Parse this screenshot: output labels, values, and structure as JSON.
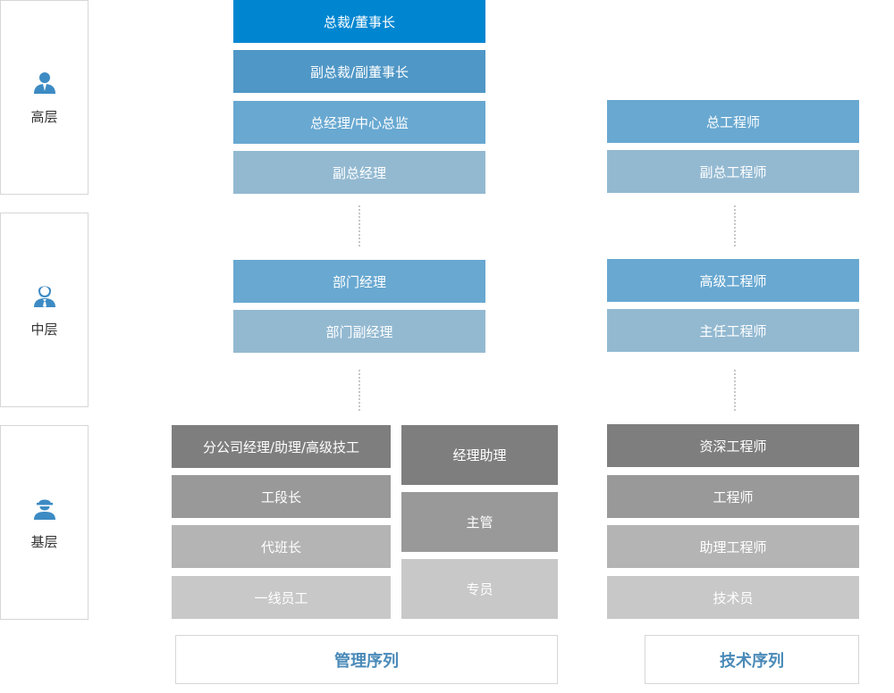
{
  "levels": [
    {
      "label": "高层",
      "icon": "user-icon"
    },
    {
      "label": "中层",
      "icon": "user-tie-icon"
    },
    {
      "label": "基层",
      "icon": "worker-helmet-icon"
    }
  ],
  "management": {
    "top": [
      "总裁/董事长",
      "副总裁/副董事长",
      "总经理/中心总监",
      "副总经理"
    ],
    "middle": [
      "部门经理",
      "部门副经理"
    ],
    "base_left": [
      "分公司经理/助理/高级技工",
      "工段长",
      "代班长",
      "一线员工"
    ],
    "base_right": [
      "经理助理",
      "主管",
      "专员"
    ]
  },
  "technical": {
    "top": [
      "总工程师",
      "副总工程师"
    ],
    "middle": [
      "高级工程师",
      "主任工程师"
    ],
    "base": [
      "资深工程师",
      "工程师",
      "助理工程师",
      "技术员"
    ]
  },
  "footer": {
    "management": "管理序列",
    "technical": "技术序列"
  },
  "colors": {
    "blue_1": "#0086d1",
    "blue_2": "#4f97c6",
    "blue_3": "#68a8d1",
    "blue_4": "#93b9d1",
    "gray_1": "#7e7e7e",
    "gray_2": "#999999",
    "gray_3": "#b4b4b4",
    "gray_4": "#c8c8c8",
    "icon_blue": "#3d8bc4",
    "footer_text": "#4a8ab8"
  }
}
